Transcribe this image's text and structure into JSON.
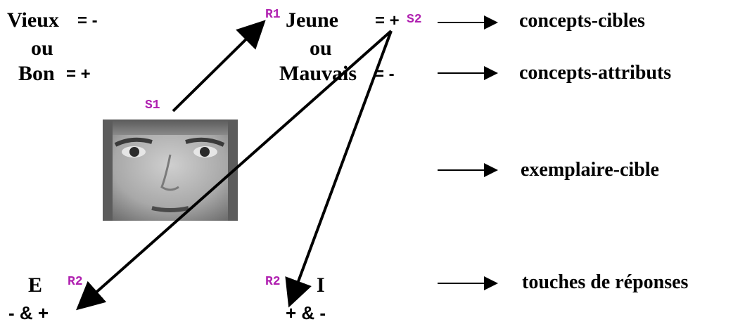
{
  "left_block": {
    "vieux": "Vieux",
    "vieux_sign": "= -",
    "ou": "ou",
    "bon": "Bon",
    "bon_sign": "= +"
  },
  "center_block": {
    "r1": "R1",
    "jeune": "Jeune",
    "jeune_sign": "= +",
    "s2": "S2",
    "ou": "ou",
    "mauvais": "Mauvais",
    "mauvais_sign": "= -"
  },
  "stimulus": {
    "s1": "S1",
    "image": "face-photo-icon"
  },
  "responses": {
    "left_key": "E",
    "left_r2": "R2",
    "left_combo": "- & +",
    "right_r2": "R2",
    "right_key": "I",
    "right_combo": "+ & -"
  },
  "legend": {
    "targets": "concepts-cibles",
    "attributes": "concepts-attributs",
    "exemplar": "exemplaire-cible",
    "keys": "touches de réponses"
  },
  "colors": {
    "tag": "#b020b0",
    "text": "#000000",
    "background": "#ffffff"
  }
}
